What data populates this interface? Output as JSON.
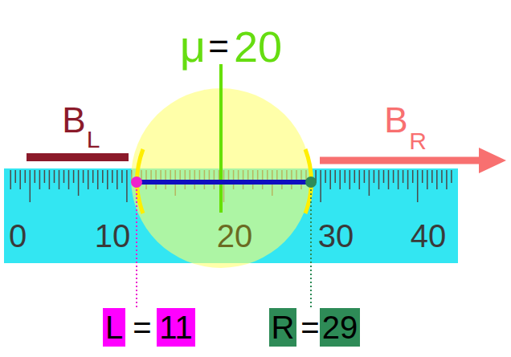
{
  "diagram": {
    "nodes": [
      {
        "text": [
          "L"
        ]
      },
      {
        "text": [
          "11"
        ]
      },
      {
        "text": [
          "R"
        ]
      },
      {
        "text": [
          "29"
        ]
      }
    ],
    "labels": [
      "μ",
      "=",
      "20",
      "B",
      "L",
      "B",
      "R",
      "0",
      "10",
      "20",
      "30",
      "40",
      "=",
      "="
    ]
  }
}
